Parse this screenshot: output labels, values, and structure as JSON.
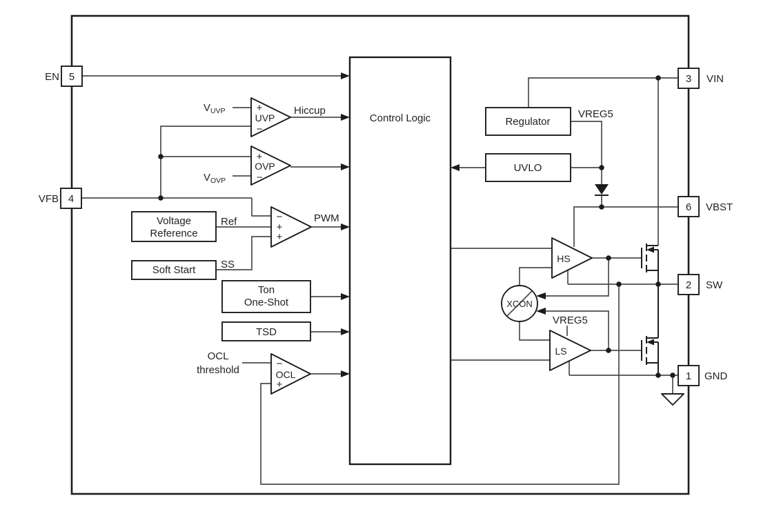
{
  "diagram_type": "functional-block-diagram",
  "pins": {
    "en": {
      "number": "5",
      "label": "EN"
    },
    "vfb": {
      "number": "4",
      "label": "VFB"
    },
    "vin": {
      "number": "3",
      "label": "VIN"
    },
    "vbst": {
      "number": "6",
      "label": "VBST"
    },
    "sw": {
      "number": "2",
      "label": "SW"
    },
    "gnd": {
      "number": "1",
      "label": "GND"
    }
  },
  "blocks": {
    "control_logic": {
      "label": "Control Logic"
    },
    "regulator": {
      "label": "Regulator"
    },
    "uvlo": {
      "label": "UVLO"
    },
    "voltage_reference": {
      "line1": "Voltage",
      "line2": "Reference"
    },
    "soft_start": {
      "label": "Soft Start"
    },
    "ton_one_shot": {
      "line1": "Ton",
      "line2": "One-Shot"
    },
    "tsd": {
      "label": "TSD"
    }
  },
  "comparators": {
    "uvp": {
      "label": "UVP",
      "plus": "+",
      "minus": "−"
    },
    "ovp": {
      "label": "OVP",
      "plus": "+",
      "minus": "−"
    },
    "pwm": {
      "minus": "−",
      "plus1": "+",
      "plus2": "+"
    },
    "ocl": {
      "label": "OCL",
      "minus": "−",
      "plus": "+"
    }
  },
  "drivers": {
    "hs": {
      "label": "HS"
    },
    "ls": {
      "label": "LS"
    },
    "xcon": {
      "label": "XCON"
    }
  },
  "signals": {
    "hiccup": "Hiccup",
    "pwm": "PWM",
    "ref": "Ref",
    "ss": "SS",
    "vreg5_top": "VREG5",
    "vreg5_ls": "VREG5",
    "vuvp": {
      "base": "V",
      "sub": "UVP"
    },
    "vovp": {
      "base": "V",
      "sub": "OVP"
    },
    "ocl_threshold": {
      "line1": "OCL",
      "line2": "threshold"
    }
  },
  "colors": {
    "wire": "#4b4b4d",
    "ink": "#1c1c1c",
    "text": "#221f20",
    "background": "#ffffff"
  }
}
